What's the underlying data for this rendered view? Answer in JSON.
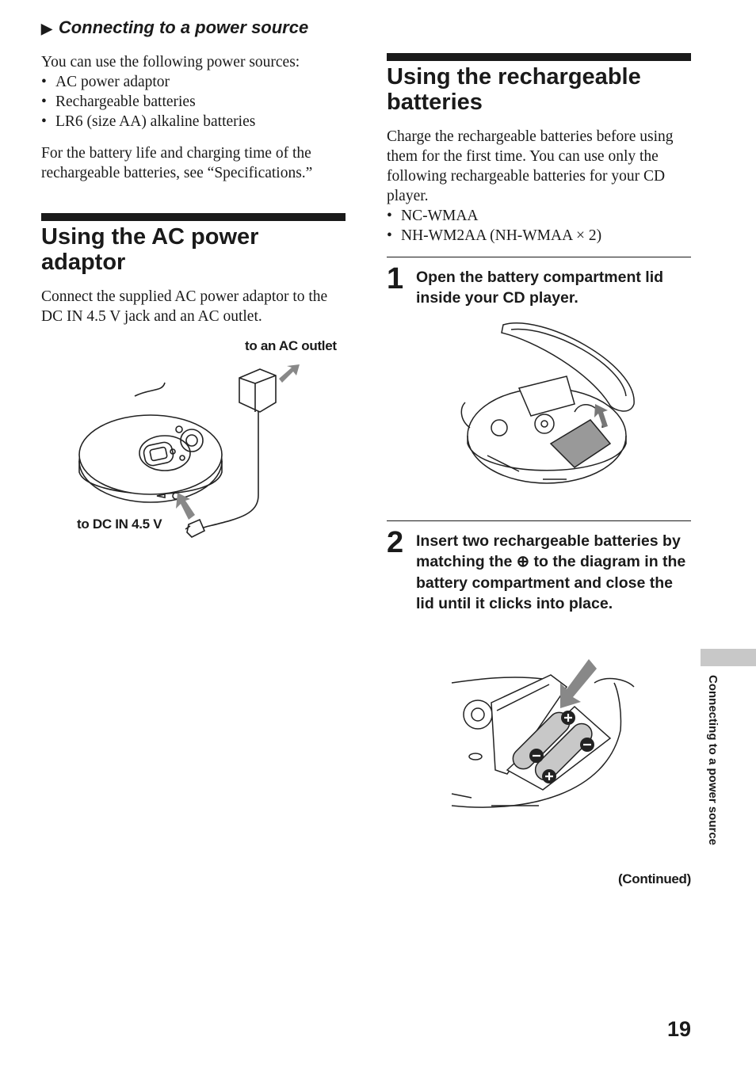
{
  "section_header": {
    "marker": "▶",
    "title": "Connecting to a power source"
  },
  "intro": {
    "lead": "You can use the following power sources:",
    "sources": [
      "AC power adaptor",
      "Rechargeable batteries",
      "LR6 (size AA) alkaline batteries"
    ],
    "note": "For the battery life and charging time of the rechargeable batteries, see “Specifications.”"
  },
  "ac_adaptor": {
    "heading": "Using the AC power adaptor",
    "body": "Connect the supplied AC power adaptor to the DC IN 4.5 V jack and an AC outlet.",
    "label_outlet": "to an AC outlet",
    "label_dcin": "to DC IN 4.5 V"
  },
  "rechargeable": {
    "heading": "Using the rechargeable batteries",
    "body": "Charge the rechargeable batteries before using them for the first time. You can use only the following rechargeable batteries for your CD player.",
    "models": [
      "NC-WMAA",
      "NH-WM2AA (NH-WMAA × 2)"
    ],
    "steps": [
      {
        "num": "1",
        "text": "Open the battery compartment lid inside your CD player."
      },
      {
        "num": "2",
        "text": "Insert two rechargeable batteries by matching the ⊕ to the diagram in the battery compartment and close the lid until it clicks into place."
      }
    ]
  },
  "continued": "(Continued)",
  "side_tab": "Connecting to a power source",
  "page_number": "19"
}
